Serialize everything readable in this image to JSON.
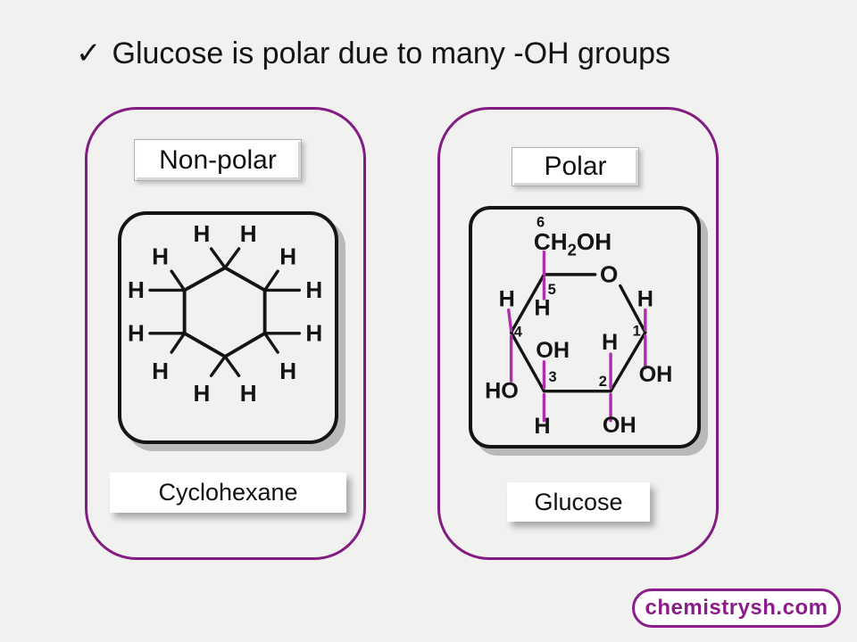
{
  "title": {
    "bullet": "✓",
    "text": "Glucose is polar due to many -OH groups"
  },
  "branding": {
    "site": "chemistrysh.com"
  },
  "colors": {
    "background": "#F1F1EF",
    "panel_border": "#821C82",
    "polar_bond": "#B02DB0",
    "brand_purple": "#8A1D8A",
    "ink": "#141414"
  },
  "panels": {
    "left": {
      "heading": "Non-polar",
      "caption": "Cyclohexane",
      "cyclohexane": {
        "h": "H"
      }
    },
    "right": {
      "heading": "Polar",
      "caption": "Glucose",
      "glucose": {
        "ring_oxygen": "O",
        "ch2oh": {
          "number": "6",
          "pre": "CH",
          "sub": "2",
          "post": "OH"
        },
        "carbons": [
          {
            "n": "1",
            "up": "H",
            "down": "OH"
          },
          {
            "n": "2",
            "up": "H",
            "down": "OH"
          },
          {
            "n": "3",
            "up": "OH",
            "down": "H"
          },
          {
            "n": "4",
            "up": "H",
            "down": "HO"
          },
          {
            "n": "5",
            "down": "H"
          }
        ]
      }
    }
  }
}
